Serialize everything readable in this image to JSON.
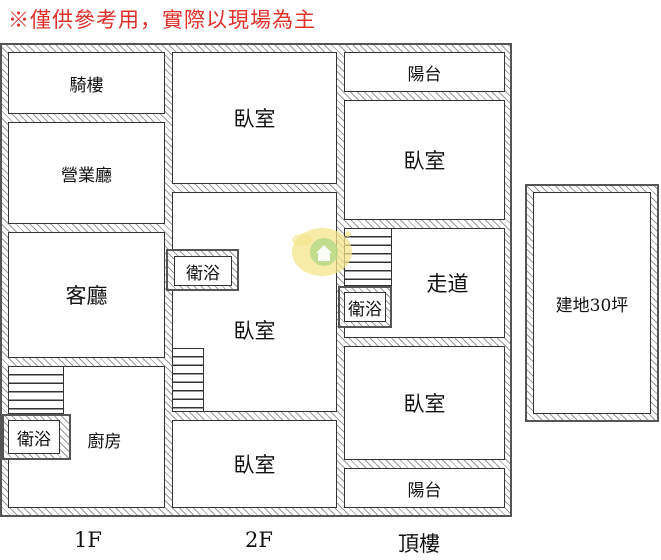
{
  "disclaimer": "※僅供參考用，實際以現場為主",
  "floors": [
    "1F",
    "2F",
    "頂樓"
  ],
  "rooms": {
    "f1_arcade": "騎樓",
    "f1_business_hall": "營業廳",
    "f1_living_room": "客廳",
    "f1_kitchen": "廚房",
    "f1_bathroom": "衛浴",
    "f2_bedroom_top": "臥室",
    "f2_bathroom": "衛浴",
    "f2_bedroom_mid": "臥室",
    "f2_bedroom_bottom": "臥室",
    "top_balcony_top": "陽台",
    "top_bedroom_top": "臥室",
    "top_corridor": "走道",
    "top_bathroom": "衛浴",
    "top_bedroom_bottom": "臥室",
    "top_balcony_bottom": "陽台"
  },
  "site_area": "建地30坪",
  "colors": {
    "disclaimer": "#e0302a",
    "hatch": "#9a9a9a",
    "outline": "#333333"
  },
  "watermark_icon": "house-logo-icon"
}
